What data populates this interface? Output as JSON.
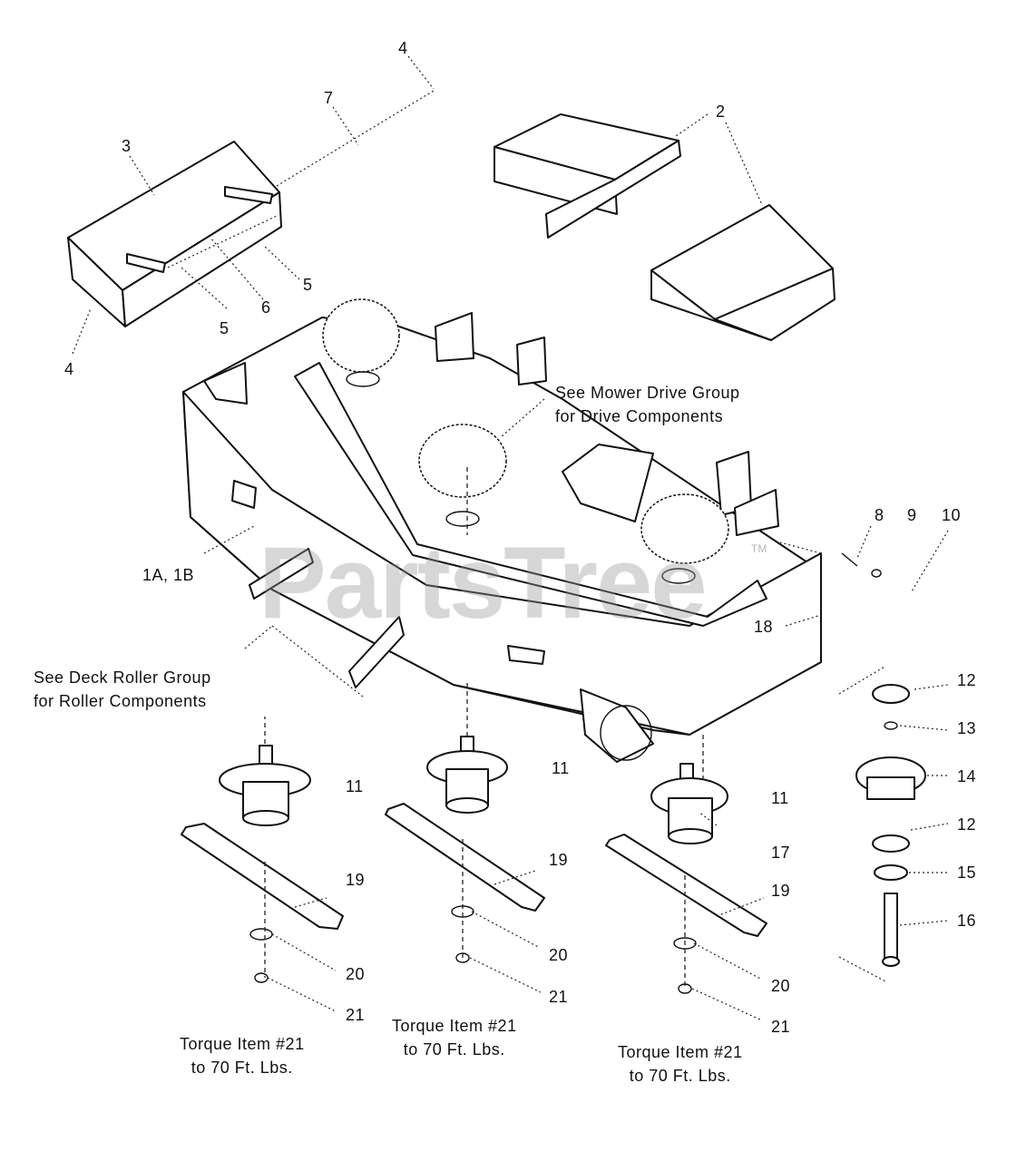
{
  "callouts": {
    "c1": "4",
    "c2": "7",
    "c3": "2",
    "c4": "3",
    "c5": "5",
    "c6": "6",
    "c7": "5",
    "c8": "4",
    "c9": "8",
    "c10": "9",
    "c11": "10",
    "c12": "1A, 1B",
    "c13": "18",
    "c14": "12",
    "c15": "13",
    "c16": "14",
    "c17": "12",
    "c18": "15",
    "c19": "16",
    "c20": "11",
    "c21": "11",
    "c22": "11",
    "c23": "17",
    "c24": "19",
    "c25": "19",
    "c26": "19",
    "c27": "20",
    "c28": "20",
    "c29": "20",
    "c30": "21",
    "c31": "21",
    "c32": "21"
  },
  "notes": {
    "drive_line1": "See Mower Drive Group",
    "drive_line2": "for Drive Components",
    "roller_line1": "See Deck Roller Group",
    "roller_line2": "for Roller Components",
    "torque_left_line1": "Torque Item #21",
    "torque_left_line2": "to 70 Ft. Lbs.",
    "torque_mid_line1": "Torque Item #21",
    "torque_mid_line2": "to 70 Ft. Lbs.",
    "torque_right_line1": "Torque Item #21",
    "torque_right_line2": "to 70 Ft. Lbs."
  },
  "watermark": {
    "text": "PartsTree",
    "mark": "TM"
  }
}
